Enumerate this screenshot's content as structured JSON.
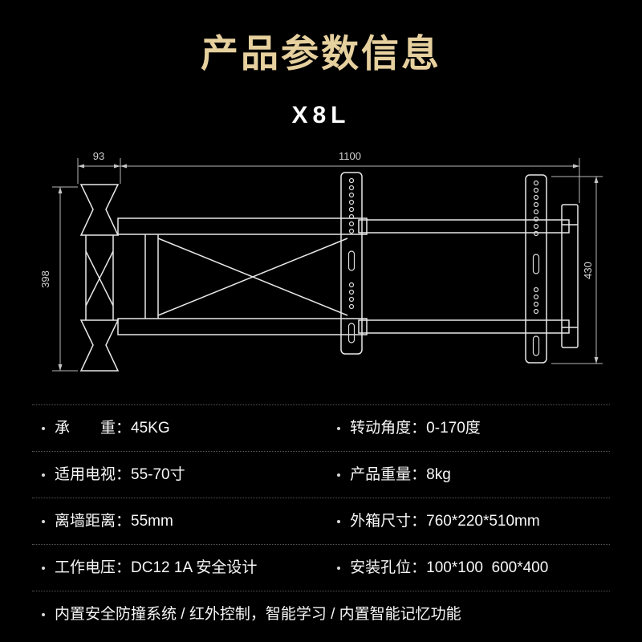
{
  "theme": {
    "background": "#000000",
    "title_color": "#e6d09e",
    "text_color": "#f7f7f7",
    "line_color": "#e8e8e8"
  },
  "header": {
    "title": "产品参数信息",
    "model": "X8L"
  },
  "drawing": {
    "description": "technical line drawing of extendable TV wall mount bracket",
    "dimensions": {
      "left_offset": "93",
      "total_width": "1100",
      "left_height": "398",
      "right_height": "430"
    }
  },
  "specs": {
    "rows": [
      {
        "left": {
          "label": "承　　重：",
          "value": "45KG"
        },
        "right": {
          "label": "转动角度：",
          "value": "0-170度"
        }
      },
      {
        "left": {
          "label": "适用电视：",
          "value": "55-70寸"
        },
        "right": {
          "label": "产品重量：",
          "value": "8kg"
        }
      },
      {
        "left": {
          "label": "离墙距离：",
          "value": "55mm"
        },
        "right": {
          "label": "外箱尺寸：",
          "value": "760*220*510mm"
        }
      },
      {
        "left": {
          "label": "工作电压：",
          "value": "DC12 1A 安全设计"
        },
        "right": {
          "label": "安装孔位：",
          "value": "100*100  600*400"
        }
      }
    ],
    "footer": "内置安全防撞系统 / 红外控制，智能学习 / 内置智能记忆功能"
  }
}
